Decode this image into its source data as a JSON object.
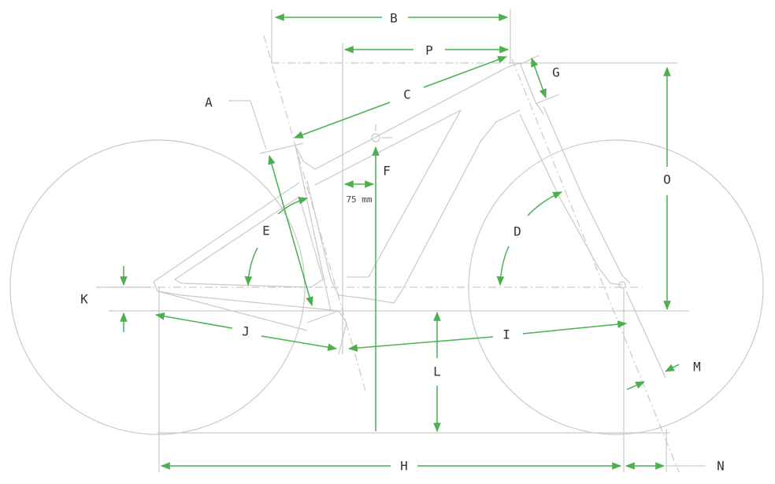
{
  "labels": {
    "A": "A",
    "B": "B",
    "C": "C",
    "D": "D",
    "E": "E",
    "F": "F",
    "G": "G",
    "H": "H",
    "I": "I",
    "J": "J",
    "K": "K",
    "L": "L",
    "M": "M",
    "N": "N",
    "O": "O",
    "P": "P"
  },
  "offset_label": "75 mm",
  "colors": {
    "dimension": "#4caf50",
    "frame": "#c9c9c9"
  }
}
